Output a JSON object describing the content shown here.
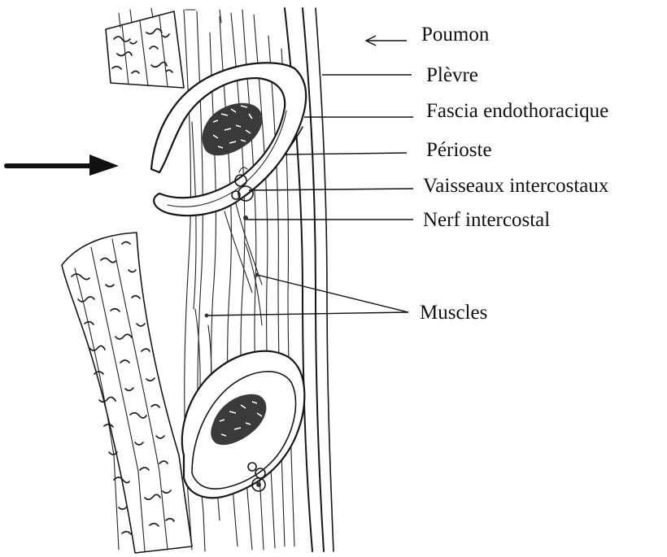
{
  "labels": {
    "poumon": "Poumon",
    "plevre": "Plèvre",
    "fascia": "Fascia endothoracique",
    "perioste": "Périoste",
    "vaisseaux": "Vaisseaux intercostaux",
    "nerf": "Nerf intercostal",
    "muscles": "Muscles"
  },
  "colors": {
    "ink": "#161616",
    "background": "#ffffff"
  }
}
